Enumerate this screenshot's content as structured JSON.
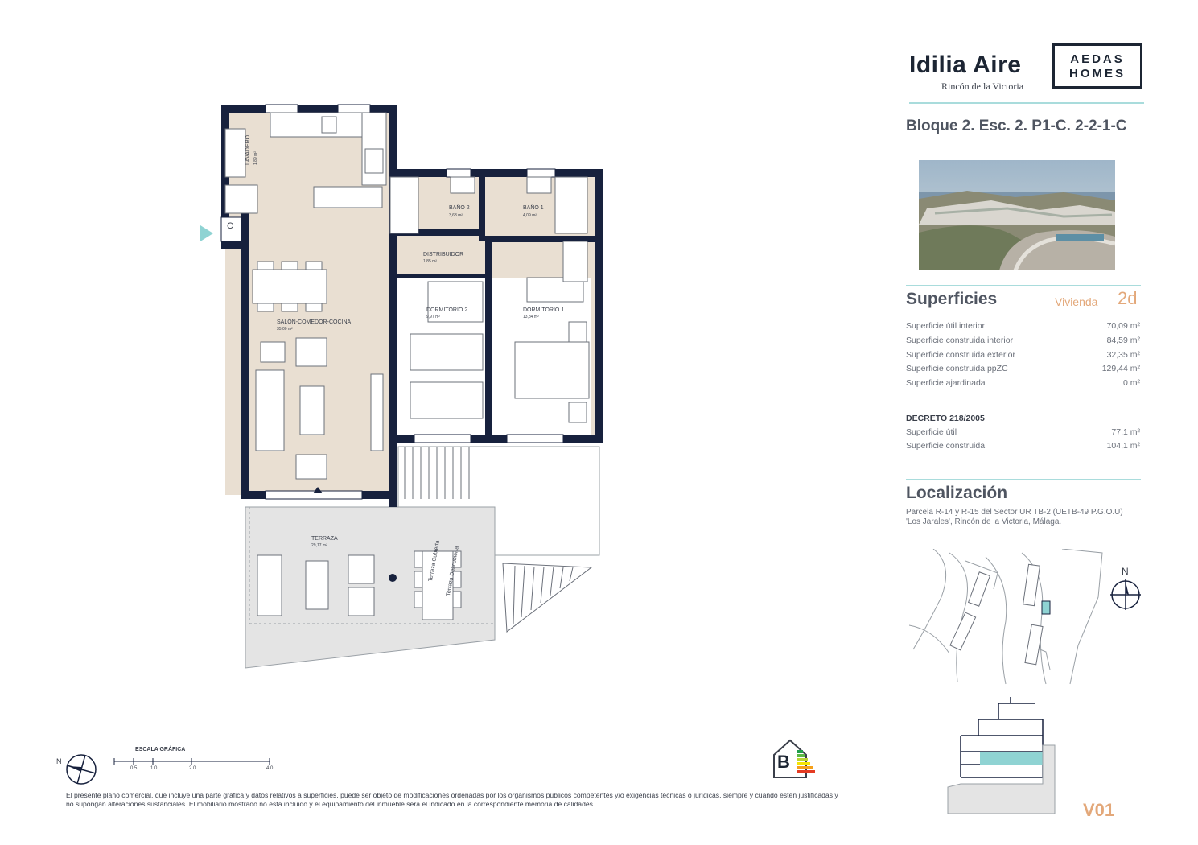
{
  "header": {
    "project_name": "Idilia Aire",
    "project_location": "Rincón de la Victoria",
    "logo_line1": "AEDAS",
    "logo_line2": "HOMES",
    "unit_code": "Bloque 2. Esc. 2. P1-C. 2-2-1-C"
  },
  "surfaces": {
    "title": "Superficies",
    "vivienda_label": "Vivienda",
    "vivienda_type": "2d",
    "rows": [
      {
        "label": "Superficie útil interior",
        "value": "70,09 m²"
      },
      {
        "label": "Superficie construida interior",
        "value": "84,59 m²"
      },
      {
        "label": "Superficie construida exterior",
        "value": "32,35 m²"
      },
      {
        "label": "Superficie construida ppZC",
        "value": "129,44 m²"
      },
      {
        "label": "Superficie ajardinada",
        "value": "0 m²"
      }
    ],
    "decreto_title": "DECRETO 218/2005",
    "decreto_rows": [
      {
        "label": "Superficie útil",
        "value": "77,1 m²"
      },
      {
        "label": "Superficie construida",
        "value": "104,1 m²"
      }
    ]
  },
  "location": {
    "title": "Localización",
    "line1": "Parcela R-14 y R-15 del Sector UR TB-2 (UETB-49 P.G.O.U)",
    "line2": "'Los Jarales', Rincón de la Victoria, Málaga.",
    "north_label": "N"
  },
  "plan": {
    "rooms": {
      "lavadero": "LAVADERO",
      "lavadero_area": "1,89 m²",
      "bano2": "BAÑO 2",
      "bano2_area": "3,63 m²",
      "bano1": "BAÑO 1",
      "bano1_area": "4,09 m²",
      "distribuidor": "DISTRIBUIDOR",
      "distribuidor_area": "1,85 m²",
      "dormitorio2": "DORMITORIO 2",
      "dormitorio2_area": "9,97 m²",
      "dormitorio1": "DORMITORIO 1",
      "dormitorio1_area": "13,84 m²",
      "salon": "SALÓN-COMEDOR-COCINA",
      "salon_area": "35,00 m²",
      "terraza": "TERRAZA",
      "terraza_area": "29,17 m²",
      "terraza_cubierta": "Terraza Cubierta",
      "terraza_descubierta": "Terraza Descubierta",
      "entrance_letter": "C"
    }
  },
  "scale": {
    "title": "ESCALA GRÁFICA",
    "ticks": [
      "0.5",
      "1.0",
      "2.0",
      "4.0"
    ],
    "north_label": "N"
  },
  "energy": {
    "rating": "B"
  },
  "disclaimer": "El presente plano comercial, que incluye una parte gráfica y datos relativos a superficies, puede ser objeto de modificaciones ordenadas por los organismos públicos competentes y/o exigencias técnicas o jurídicas, siempre y cuando estén justificadas y no supongan alteraciones sustanciales. El mobiliario mostrado no está incluido y el equipamiento del inmueble será el indicado en la correspondiente memoria de calidades.",
  "version": "V01",
  "colors": {
    "wall": "#17213d",
    "floor": "#e9dfd2",
    "terrace": "#e4e4e4",
    "accent": "#8fd3d3",
    "orange": "#e3a87a"
  }
}
